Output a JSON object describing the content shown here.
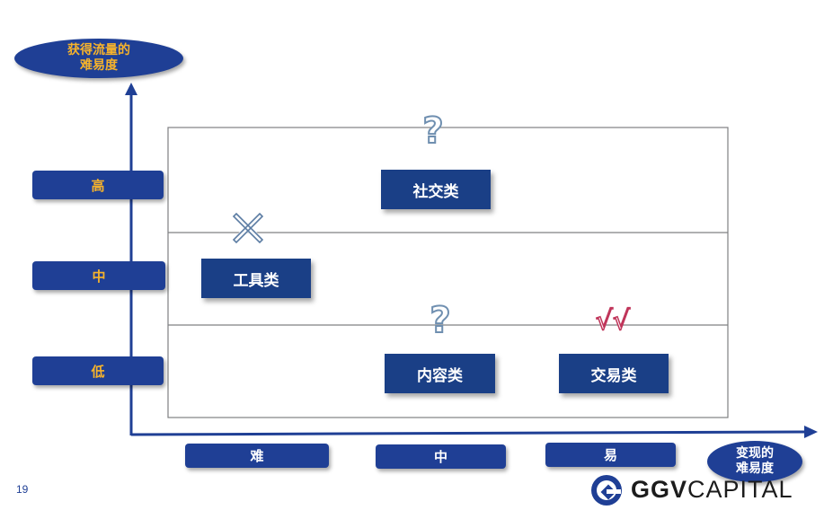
{
  "y_axis": {
    "title": "获得流量的\n难易度",
    "levels": [
      "高",
      "中",
      "低"
    ]
  },
  "x_axis": {
    "title": "变现的\n难易度",
    "levels": [
      "难",
      "中",
      "易"
    ]
  },
  "categories": {
    "social": "社交类",
    "tools": "工具类",
    "content": "内容类",
    "trade": "交易类"
  },
  "marks": {
    "question": "?",
    "cross": "✕",
    "double_check": "√√"
  },
  "page_number": "19",
  "logo": {
    "text_bold": "GGV",
    "text_light": "CAPITAL"
  },
  "colors": {
    "primary": "#1f3f95",
    "label_gold": "#f7b32b",
    "grid": "#7f8082",
    "check_red": "#c0355a",
    "question_outline": "#6f8fb0"
  }
}
